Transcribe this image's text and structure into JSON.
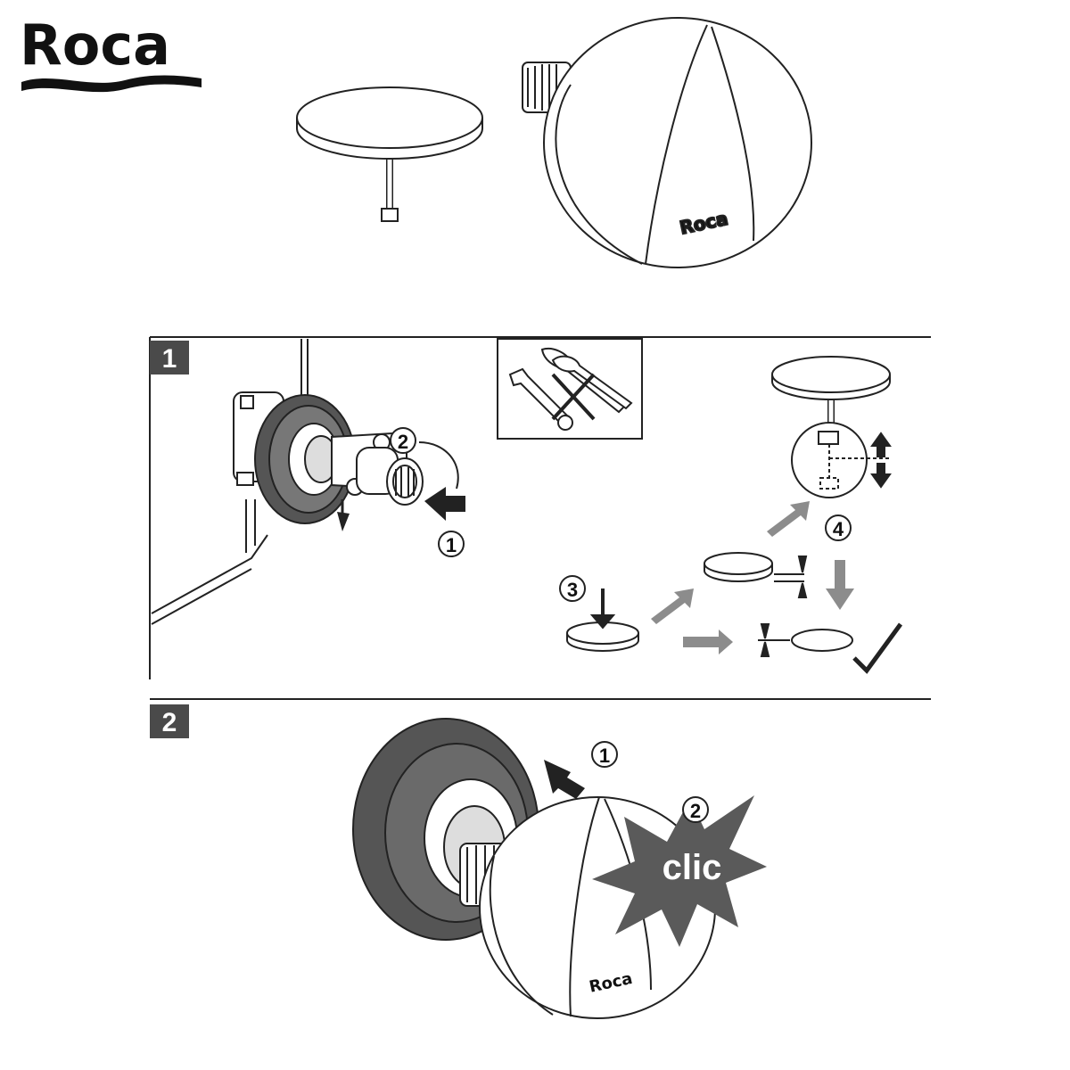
{
  "brand": {
    "logo_text": "Roca",
    "product_badge": "Roca",
    "product_badge_small": "Roca"
  },
  "step1": {
    "number": "1",
    "rotate_label": "2",
    "push_label": "1",
    "sub_step_3": "3",
    "sub_step_4": "4"
  },
  "step2": {
    "number": "2",
    "push_label": "1",
    "click_label": "2",
    "click_text": "clic"
  },
  "colors": {
    "line": "#222222",
    "panel_fill": "#555555",
    "arrow_dark": "#222222",
    "arrow_gray": "#8c8c8c",
    "step_box": "#4a4a4a",
    "burst": "#5a5a5a"
  },
  "icons": {
    "tools_forbidden": "no-tools-icon",
    "checkmark": "checkmark-icon",
    "click_burst": "starburst-icon"
  }
}
